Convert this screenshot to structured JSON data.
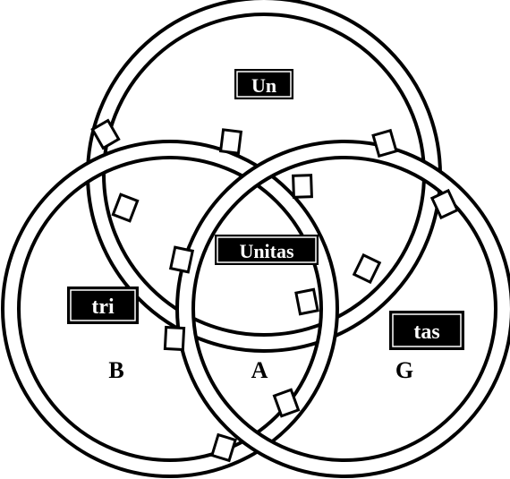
{
  "colors": {
    "ink": "#000000",
    "ring": "#ffffff",
    "paper": "#ffffff",
    "scroll_fill": "#000000",
    "scroll_text": "#ffffff"
  },
  "rings": [
    {
      "id": "top"
    },
    {
      "id": "left"
    },
    {
      "id": "right"
    }
  ],
  "scrolls": {
    "top": {
      "text": "Un"
    },
    "center": {
      "text": "Unitas"
    },
    "left": {
      "text": "tri"
    },
    "right": {
      "text": "tas"
    }
  },
  "labels": {
    "left": "B",
    "center": "A",
    "right": "G"
  }
}
